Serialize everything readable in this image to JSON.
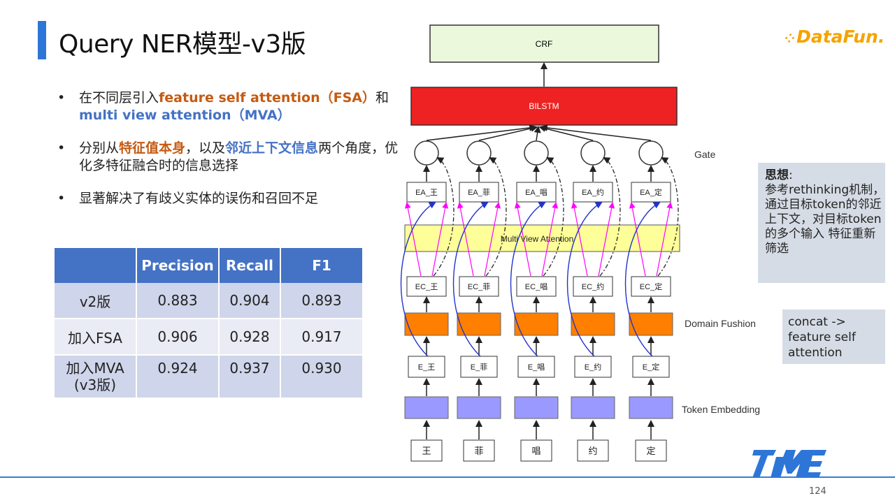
{
  "slide": {
    "title": "Query NER模型-v3版",
    "logo": "DataFun.",
    "page_number": "124"
  },
  "bullets": [
    {
      "prefix": "在不同层引入",
      "hl1": "feature self attention（FSA）",
      "mid": "和",
      "hl2": "multi view attention（MVA）",
      "suffix": ""
    },
    {
      "prefix": "分别从",
      "hl1": "特征值本身",
      "mid": "，以及",
      "hl2": "邻近上下文信息",
      "suffix": "两个角度，优化多特征融合时的信息选择"
    },
    {
      "prefix": "显著解决了有歧义实体的误伤和召回不足",
      "hl1": "",
      "mid": "",
      "hl2": "",
      "suffix": ""
    }
  ],
  "table": {
    "headers": [
      "",
      "Precision",
      "Recall",
      "F1"
    ],
    "rows": [
      [
        "v2版",
        "0.883",
        "0.904",
        "0.893"
      ],
      [
        "加入FSA",
        "0.906",
        "0.928",
        "0.917"
      ],
      [
        "加入MVA",
        "0.924",
        "0.937",
        "0.930"
      ]
    ],
    "row3_subline": "(v3版)"
  },
  "diagram": {
    "crf": "CRF",
    "bilstm": "BILSTM",
    "gate_label": "Gate",
    "mva": "Multi View Attention",
    "domain_label": "Domain Fushion",
    "token_label": "Token Embedding",
    "chars": [
      "王",
      "菲",
      "唱",
      "约",
      "定"
    ],
    "ea_labels": [
      "EA_王",
      "EA_菲",
      "EA_唱",
      "EA_约",
      "EA_定"
    ],
    "ec_labels": [
      "EC_王",
      "EC_菲",
      "EC_唱",
      "EC_约",
      "EC_定"
    ],
    "e_labels": [
      "E_王",
      "E_菲",
      "E_唱",
      "E_约",
      "E_定"
    ]
  },
  "notes": {
    "idea_title": "思想",
    "idea_colon": ":",
    "idea_body": "参考rethinking机制，通过目标token的邻近上下文，对目标token的多个输入 特征重新筛选",
    "concat": "concat -> feature self attention"
  },
  "colors": {
    "accent_blue": "#2e75d8",
    "crf_fill": "#ebf8dc",
    "bilstm_fill": "#ee2222",
    "mva_fill": "#ffff99",
    "domain_fill": "#ff7f00",
    "token_fill": "#9999ff",
    "magenta": "#ff00ff",
    "arrow_blue": "#2233cc"
  }
}
